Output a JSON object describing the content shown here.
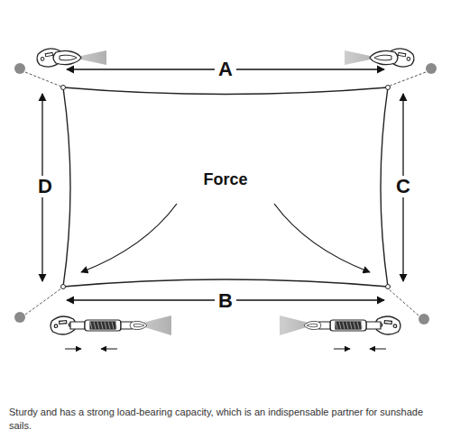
{
  "diagram": {
    "caption": "Sturdy and has a strong load-bearing capacity, which is an indispensable partner for sunshade sails.",
    "labels": [
      "A",
      "B",
      "C",
      "D",
      "Force"
    ]
  }
}
